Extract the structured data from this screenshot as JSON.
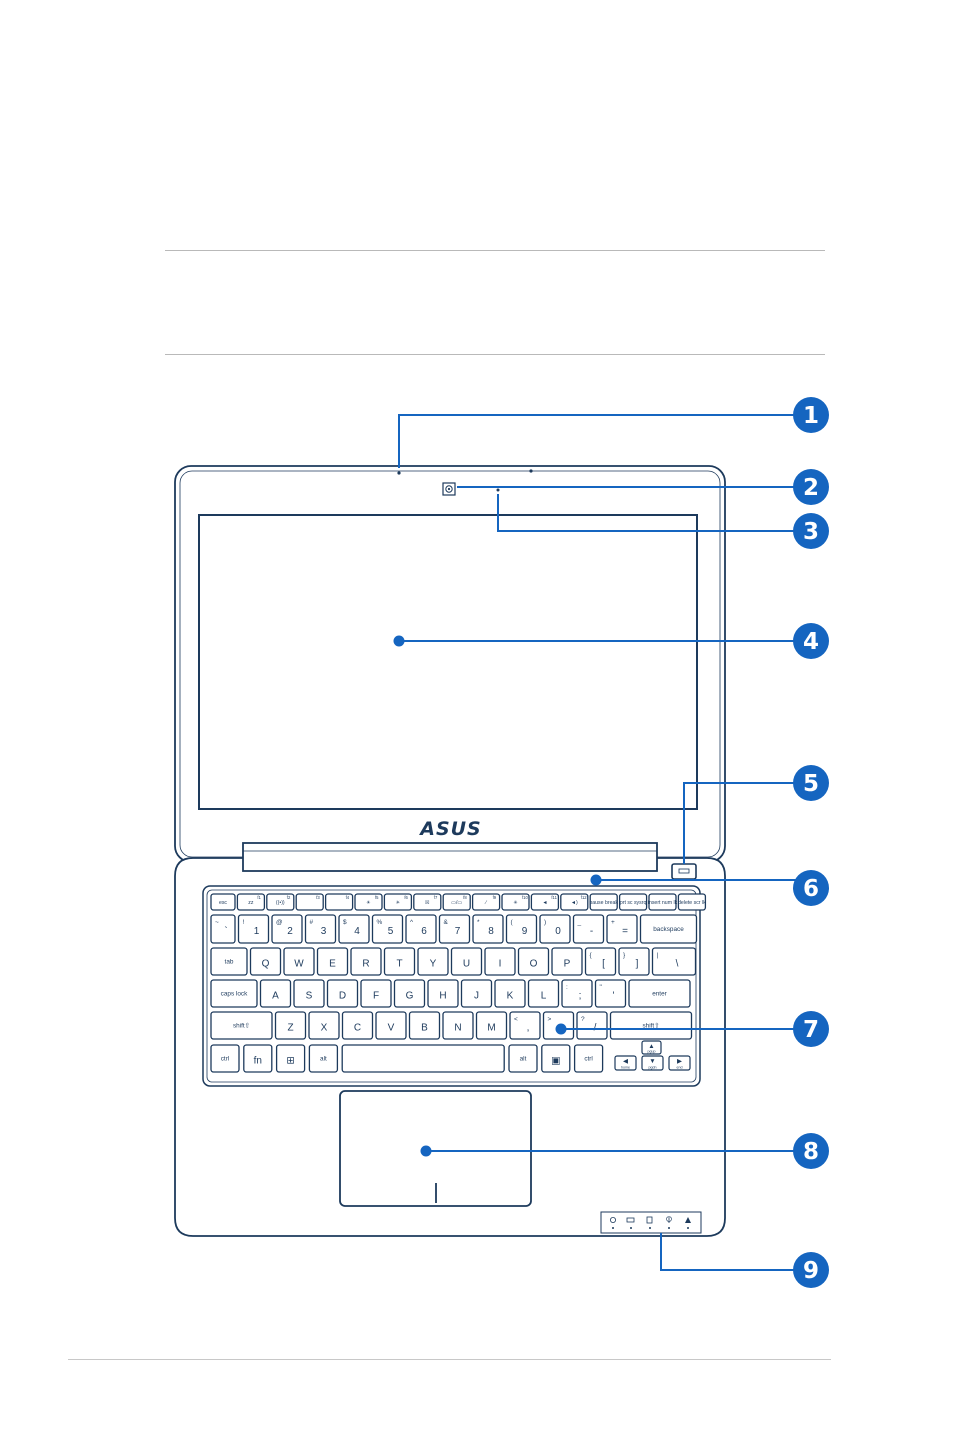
{
  "brand": {
    "logo_text": "ASUS"
  },
  "keyboard": {
    "fn_row": [
      {
        "main": "esc",
        "sub": ""
      },
      {
        "main": "zᴢ",
        "sub": "f1"
      },
      {
        "main": "((•))",
        "sub": "f2"
      },
      {
        "main": "",
        "sub": "f3"
      },
      {
        "main": "",
        "sub": "f4"
      },
      {
        "main": "☀",
        "sub": "f5"
      },
      {
        "main": "☀",
        "sub": "f6"
      },
      {
        "main": "☒",
        "sub": "f7"
      },
      {
        "main": "▭/▭",
        "sub": "f8"
      },
      {
        "main": "∕",
        "sub": "f9"
      },
      {
        "main": "✳",
        "sub": "f10"
      },
      {
        "main": "◄",
        "sub": "f11"
      },
      {
        "main": "◄)",
        "sub": "f12"
      },
      {
        "main": "pause break",
        "sub": ""
      },
      {
        "main": "prt sc sysrq",
        "sub": ""
      },
      {
        "main": "insert num lk",
        "sub": ""
      },
      {
        "main": "delete scr lk",
        "sub": ""
      }
    ],
    "number_row": [
      {
        "main": "`",
        "sub": "~"
      },
      {
        "main": "1",
        "sub": "!"
      },
      {
        "main": "2",
        "sub": "@"
      },
      {
        "main": "3",
        "sub": "#"
      },
      {
        "main": "4",
        "sub": "$"
      },
      {
        "main": "5",
        "sub": "%"
      },
      {
        "main": "6",
        "sub": "^"
      },
      {
        "main": "7",
        "sub": "&"
      },
      {
        "main": "8",
        "sub": "*"
      },
      {
        "main": "9",
        "sub": "("
      },
      {
        "main": "0",
        "sub": ")"
      },
      {
        "main": "-",
        "sub": "_"
      },
      {
        "main": "=",
        "sub": "+"
      },
      {
        "main": "backspace",
        "sub": ""
      }
    ],
    "tab_row": [
      {
        "main": "tab",
        "sub": ""
      },
      {
        "main": "Q",
        "sub": ""
      },
      {
        "main": "W",
        "sub": ""
      },
      {
        "main": "E",
        "sub": ""
      },
      {
        "main": "R",
        "sub": ""
      },
      {
        "main": "T",
        "sub": ""
      },
      {
        "main": "Y",
        "sub": ""
      },
      {
        "main": "U",
        "sub": ""
      },
      {
        "main": "I",
        "sub": ""
      },
      {
        "main": "O",
        "sub": ""
      },
      {
        "main": "P",
        "sub": ""
      },
      {
        "main": "[",
        "sub": "{"
      },
      {
        "main": "]",
        "sub": "}"
      },
      {
        "main": "\\",
        "sub": "|"
      }
    ],
    "caps_row": [
      {
        "main": "caps lock",
        "sub": ""
      },
      {
        "main": "A",
        "sub": ""
      },
      {
        "main": "S",
        "sub": ""
      },
      {
        "main": "D",
        "sub": ""
      },
      {
        "main": "F",
        "sub": ""
      },
      {
        "main": "G",
        "sub": ""
      },
      {
        "main": "H",
        "sub": ""
      },
      {
        "main": "J",
        "sub": ""
      },
      {
        "main": "K",
        "sub": ""
      },
      {
        "main": "L",
        "sub": ""
      },
      {
        "main": ";",
        "sub": ":"
      },
      {
        "main": "'",
        "sub": "\""
      },
      {
        "main": "enter",
        "sub": ""
      }
    ],
    "shift_row": [
      {
        "main": "shift⇧",
        "sub": ""
      },
      {
        "main": "Z",
        "sub": ""
      },
      {
        "main": "X",
        "sub": ""
      },
      {
        "main": "C",
        "sub": ""
      },
      {
        "main": "V",
        "sub": ""
      },
      {
        "main": "B",
        "sub": ""
      },
      {
        "main": "N",
        "sub": ""
      },
      {
        "main": "M",
        "sub": ""
      },
      {
        "main": ",",
        "sub": "<"
      },
      {
        "main": ".",
        "sub": ">"
      },
      {
        "main": "/",
        "sub": "?"
      },
      {
        "main": "shift⇧",
        "sub": ""
      }
    ],
    "bottom_row": [
      {
        "main": "ctrl",
        "sub": ""
      },
      {
        "main": "fn",
        "sub": ""
      },
      {
        "main": "⊞",
        "sub": ""
      },
      {
        "main": "alt",
        "sub": ""
      },
      {
        "main": "",
        "sub": ""
      },
      {
        "main": "alt",
        "sub": ""
      },
      {
        "main": "▣",
        "sub": ""
      },
      {
        "main": "ctrl",
        "sub": ""
      }
    ],
    "arrows": {
      "up": "▲",
      "up_sub": "pgup",
      "left": "◀",
      "left_sub": "home",
      "down": "▼",
      "down_sub": "pgdn",
      "right": "▶",
      "right_sub": "end"
    }
  },
  "callouts": [
    "1",
    "2",
    "3",
    "4",
    "5",
    "6",
    "7",
    "8",
    "9"
  ],
  "colors": {
    "outline": "#1d3a5c",
    "callout": "#1565c0",
    "rule": "#b9b9b9"
  }
}
